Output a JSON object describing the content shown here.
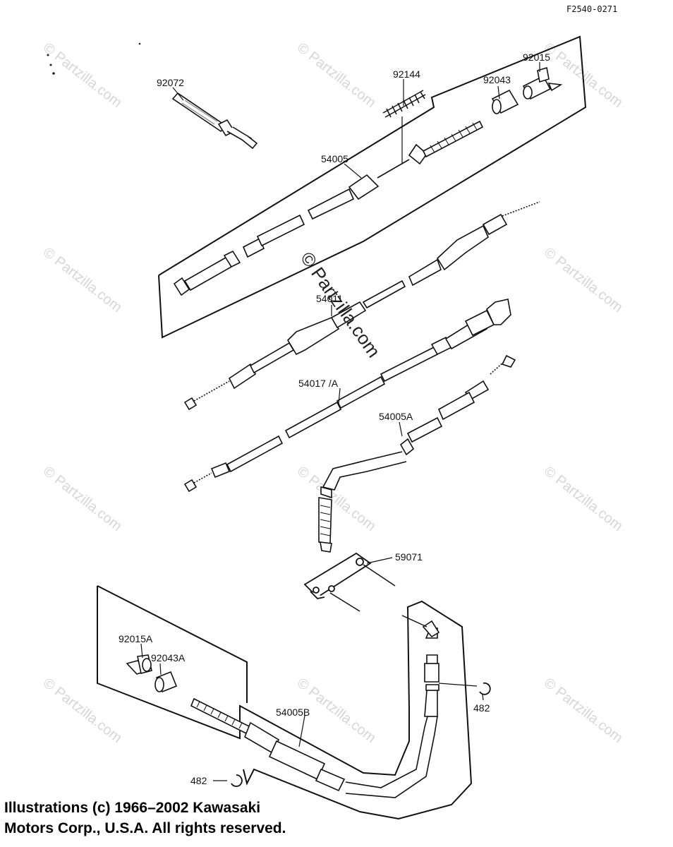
{
  "figure_code": "F2540-0271",
  "watermark": {
    "text": "© Partzilla.com",
    "center_text": "© Partzilla.com"
  },
  "parts": [
    {
      "id": "92072"
    },
    {
      "id": "92144"
    },
    {
      "id": "92043"
    },
    {
      "id": "92015"
    },
    {
      "id": "54005"
    },
    {
      "id": "54011"
    },
    {
      "id": "54017 /A"
    },
    {
      "id": "54005A"
    },
    {
      "id": "59071"
    },
    {
      "id": "92015A"
    },
    {
      "id": "92043A"
    },
    {
      "id": "54005B"
    },
    {
      "id": "482"
    },
    {
      "id": "482"
    }
  ],
  "copyright": {
    "line1": "Illustrations (c) 1966–2002 Kawasaki",
    "line2": "Motors Corp., U.S.A.  All rights reserved."
  }
}
